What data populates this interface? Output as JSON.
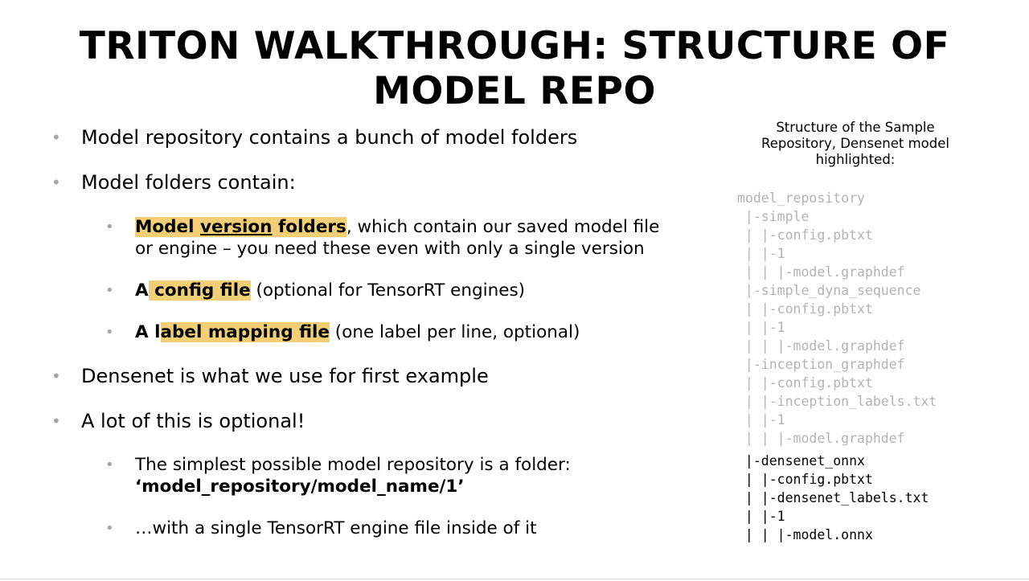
{
  "title": "TRITON WALKTHROUGH: STRUCTURE OF MODEL REPO",
  "bullets": {
    "b1": "Model repository contains a bunch of model folders",
    "b2": "Model folders contain:",
    "b2_1": {
      "highlight_a": "Model ",
      "highlight_b": "version",
      "highlight_c": " folders",
      "rest_line1": ", which contain our saved model file",
      "line2": "or engine – you need these even with only a single version"
    },
    "b2_2": {
      "lead": "A",
      "highlight": " config file",
      "rest": " (optional for TensorRT engines)"
    },
    "b2_3": {
      "lead": "A l",
      "highlight": "abel mapping file",
      "rest": " (one label per line, optional)"
    },
    "b3": "Densenet is what we use for first example",
    "b4": "A lot of this is optional!",
    "b4_1": {
      "line1": "The simplest possible model repository is a folder:",
      "line2": "‘model_repository/model_name/1’"
    },
    "b4_2": "…with a single TensorRT engine file inside of it"
  },
  "sidebar": {
    "caption": "Structure of the Sample Repository, Densenet model highlighted:",
    "tree_grey": "model_repository\n |-simple\n | |-config.pbtxt\n | |-1\n | | |-model.graphdef\n |-simple_dyna_sequence\n | |-config.pbtxt\n | |-1\n | | |-model.graphdef\n |-inception_graphdef\n | |-config.pbtxt\n | |-inception_labels.txt\n | |-1\n | | |-model.graphdef",
    "tree_dark": " |-densenet_onnx\n | |-config.pbtxt\n | |-densenet_labels.txt\n | |-1\n | | |-model.onnx"
  },
  "colors": {
    "highlight": "#f2cf75",
    "bullet_dot": "#a6a6a6",
    "tree_grey": "#b3b3b3"
  }
}
